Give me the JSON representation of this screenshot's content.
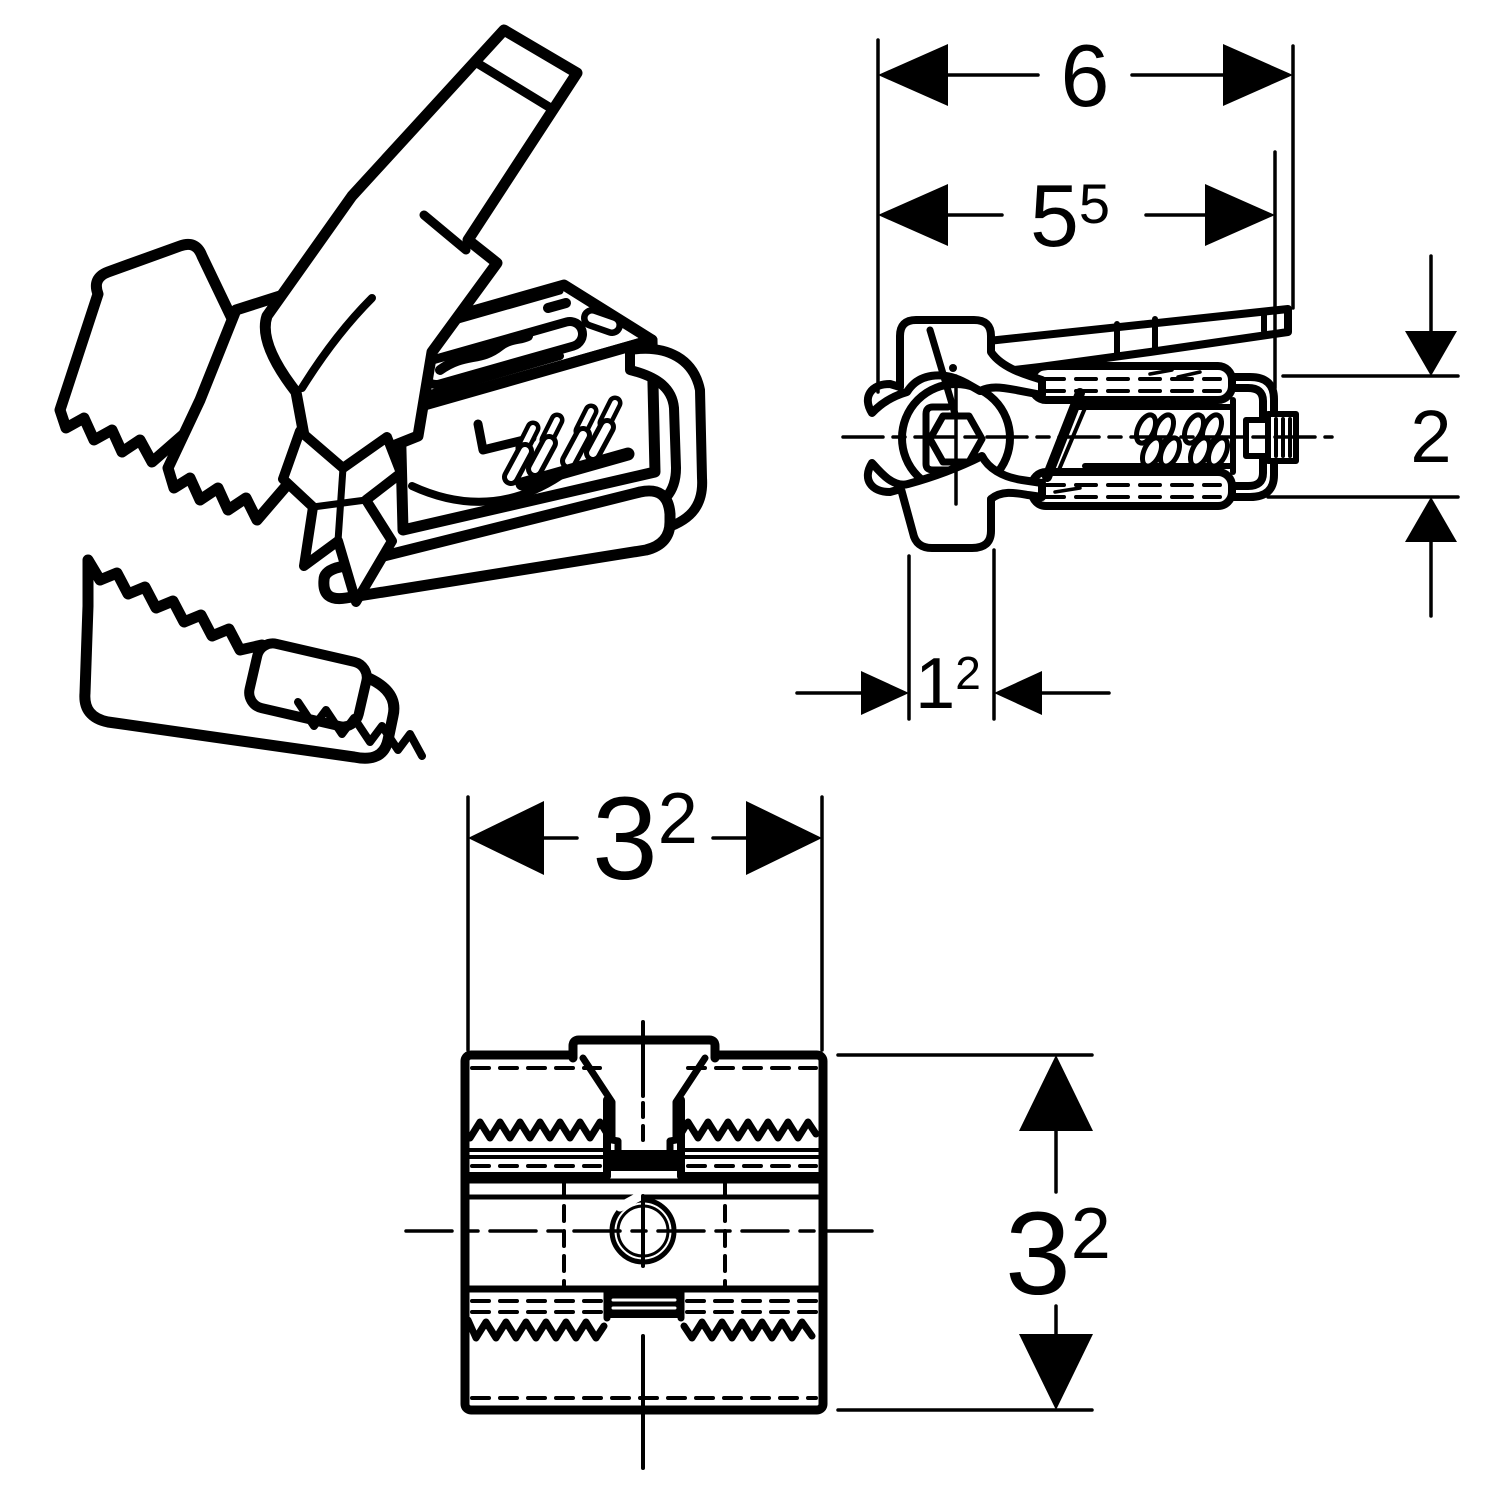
{
  "meta": {
    "background": "#ffffff",
    "line_color": "#000000",
    "drawing_type": "dimensioned technical drawing, three views of a rail clamp with tension lever"
  },
  "views": {
    "side": {
      "dims": {
        "total_length": {
          "main": "6",
          "sup": ""
        },
        "body_length": {
          "main": "5",
          "sup": "5"
        },
        "rail_height": {
          "main": "2",
          "sup": ""
        },
        "clip_width": {
          "main": "1",
          "sup": "2"
        }
      }
    },
    "front": {
      "dims": {
        "width": {
          "main": "3",
          "sup": "2"
        },
        "height": {
          "main": "3",
          "sup": "2"
        }
      }
    }
  }
}
